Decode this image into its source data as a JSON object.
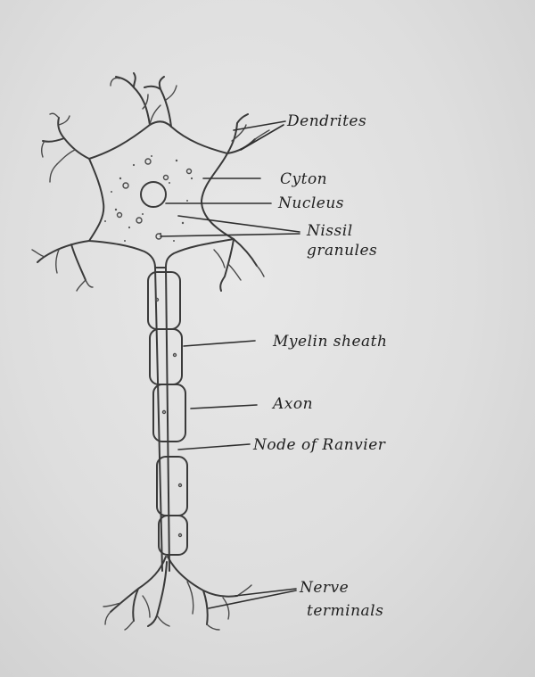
{
  "labels": {
    "dendrites": "Dendrites",
    "cyton": "Cyton",
    "nucleus": "Nucleus",
    "nissil_line1": "Nissil",
    "nissil_line2": "granules",
    "myelin": "Myelin sheath",
    "axon": "Axon",
    "node": "Node of Ranvier",
    "nerve_line1": "Nerve",
    "nerve_line2": "terminals"
  },
  "colors": {
    "paper": "#dedede",
    "ink": "#3a3a3a"
  }
}
